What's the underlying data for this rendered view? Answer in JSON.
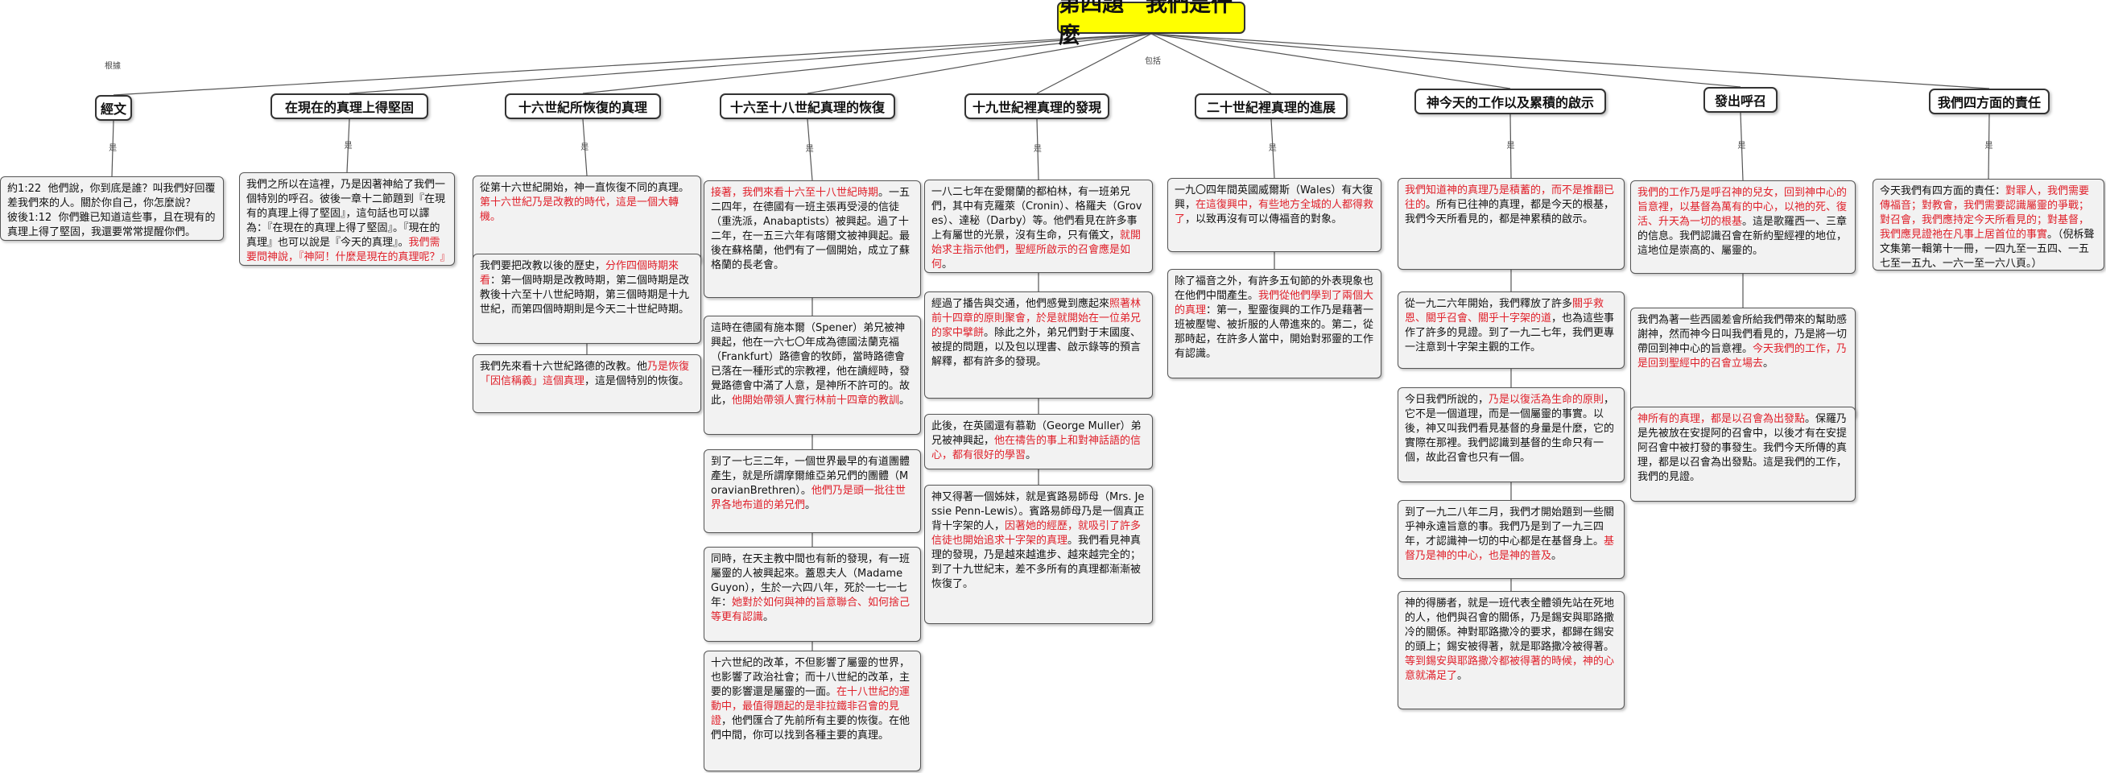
{
  "root": {
    "title": "第四題　我們是什麼"
  },
  "connectors": {
    "left": "根據",
    "top": "包括",
    "sub": "是"
  },
  "branches": [
    {
      "title": "經文",
      "notes": [
        [
          {
            "t": "約1:22  他們說，你到底是誰？叫我們好回覆差我們來的人。關於你自己，你怎麼說？\n彼後1:12  你們雖已知道這些事，且在現有的真理上得了堅固，我還要常常提醒你們。"
          }
        ]
      ]
    },
    {
      "title": "在現在的真理上得堅固",
      "notes": [
        [
          {
            "t": "我們之所以在這裡，乃是因著神給了我們一個特別的呼召。彼後一章十二節題到『在現有的真理上得了堅固』，這句話也可以譯為：『在現在的真理上得了堅固』。『現在的真理』也可以說是『今天的真理』。"
          },
          {
            "t": "我們需要問神說，『神阿！什麼是現在的真理呢？』",
            "r": true
          }
        ]
      ]
    },
    {
      "title": "十六世紀所恢復的真理",
      "notes": [
        [
          {
            "t": "從第十六世紀開始，神一直恢復不同的真理。"
          },
          {
            "t": "第十六世紀乃是改教的時代，這是一個大轉機。",
            "r": true
          }
        ],
        [
          {
            "t": "我們要把改教以後的歷史，"
          },
          {
            "t": "分作四個時期來看",
            "r": true
          },
          {
            "t": "：第一個時期是改教時期，第二個時期是改教後十六至十八世紀時期，第三個時期是十九世紀，而第四個時期則是今天二十世紀時期。"
          }
        ],
        [
          {
            "t": "我們先來看十六世紀路德的改教。他"
          },
          {
            "t": "乃是恢復「因信稱義」這個真理",
            "r": true
          },
          {
            "t": "，這是個特別的恢復。"
          }
        ]
      ]
    },
    {
      "title": "十六至十八世紀真理的恢復",
      "notes": [
        [
          {
            "t": "接著，我們來看十六至十八世紀時期",
            "r": true
          },
          {
            "t": "。一五二四年，在德國有一班主張再受浸的信徒（重洗派，Anabaptists）被興起。過了十二年，在一五三六年有喀爾文被神興起。最後在蘇格蘭，他們有了一個開始，成立了蘇格蘭的長老會。"
          }
        ],
        [
          {
            "t": "這時在德國有施本爾（Spener）弟兄被神興起，他在一六七〇年成為德國法蘭克福（Frankfurt）路德會的牧師，當時路德會已落在一種形式的宗教裡，他在讀經時，發覺路德會中滿了人意，是神所不許可的。故此，"
          },
          {
            "t": "他開始帶領人實行林前十四章的教訓",
            "r": true
          },
          {
            "t": "。"
          }
        ],
        [
          {
            "t": "到了一七三二年，一個世界最早的有道團體產生，就是所謂摩爾維亞弟兄們的團體（MoravianBrethren）。"
          },
          {
            "t": "他們乃是頭一批往世界各地布道的弟兄們",
            "r": true
          },
          {
            "t": "。"
          }
        ],
        [
          {
            "t": "同時，在天主教中間也有新的發現，有一班屬靈的人被興起來。蓋恩夫人（Madame Guyon），生於一六四八年，死於一七一七年："
          },
          {
            "t": "她對於如何與神的旨意聯合、如何捨己等更有認識",
            "r": true
          },
          {
            "t": "。"
          }
        ],
        [
          {
            "t": "十六世紀的改革，不但影響了屬靈的世界，也影響了政治社會；而十八世紀的改革，主要的影響還是屬靈的一面。"
          },
          {
            "t": "在十八世紀的運動中，最值得題起的是非拉鐵非召會的見證",
            "r": true
          },
          {
            "t": "，他們匯合了先前所有主要的恢復。在他們中間，你可以找到各種主要的真理。"
          }
        ]
      ]
    },
    {
      "title": "十九世紀裡真理的發現",
      "notes": [
        [
          {
            "t": "一八二七年在愛爾蘭的都柏林，有一班弟兄們，其中有克羅萊（Cronin）、格羅夫（Groves）、達秘（Darby）等。他們看見在許多事上有屬世的光景，沒有生命，只有儀文，"
          },
          {
            "t": "就開始求主指示他們，聖經所啟示的召會應是如何",
            "r": true
          },
          {
            "t": "。"
          }
        ],
        [
          {
            "t": "經過了播告與交通，他們感覺到應起來"
          },
          {
            "t": "照著林前十四章的原則聚會，於是就開始在一位弟兄的家中擘餅",
            "r": true
          },
          {
            "t": "。除此之外，弟兄們對于末國度、被提的問題，以及包以理書、啟示錄等的預言解釋，都有許多的發現。"
          }
        ],
        [
          {
            "t": "此後，在英國還有慕勒（George Muller）弟兄被神興起，"
          },
          {
            "t": "他在禱告的事上和對神話語的信心，都有很好的學習",
            "r": true
          },
          {
            "t": "。"
          }
        ],
        [
          {
            "t": "神又得著一個姊妹，就是賓路易師母（Mrs. Jessie Penn-Lewis）。賓路易師母乃是一個真正背十字架的人，"
          },
          {
            "t": "因著她的經歷，就吸引了許多信徒也開始追求十字架的真理",
            "r": true
          },
          {
            "t": "。我們看見神真理的發現，乃是越來越進步、越來越完全的；到了十九世紀末，差不多所有的真理都漸漸被恢復了。"
          }
        ]
      ]
    },
    {
      "title": "二十世紀裡真理的進展",
      "notes": [
        [
          {
            "t": "一九〇四年間英國威爾斯（Wales）有大復興，"
          },
          {
            "t": "在這復興中，有些地方全城的人都得救了",
            "r": true
          },
          {
            "t": "，以致再沒有可以傳福音的對象。"
          }
        ],
        [
          {
            "t": "除了福音之外，有許多五旬節的外表現象也在他們中間產生。"
          },
          {
            "t": "我們從他們學到了兩個大的真理",
            "r": true
          },
          {
            "t": "：第一，聖靈復興的工作乃是藉著一班被壓彎、被折服的人帶進來的。第二，從那時起，在許多人當中，開始對邪靈的工作有認識。"
          }
        ]
      ]
    },
    {
      "title": "神今天的工作以及累積的啟示",
      "notes": [
        [
          {
            "t": "我們知道神的真理乃是積蓄的，而不是推翻已往的",
            "r": true
          },
          {
            "t": "。所有已往神的真理，都是今天的根基，我們今天所看見的，都是神累積的啟示。"
          }
        ],
        [
          {
            "t": "從一九二六年開始，我們釋放了許多"
          },
          {
            "t": "關乎救恩、關乎召會、關乎十字架的道",
            "r": true
          },
          {
            "t": "，也為這些事作了許多的見證。到了一九二七年，我們更專一注意到十字架主觀的工作。"
          }
        ],
        [
          {
            "t": "今日我們所說的，"
          },
          {
            "t": "乃是以復活為生命的原則",
            "r": true
          },
          {
            "t": "，它不是一個道理，而是一個屬靈的事實。以後，神又叫我們看見基督的身量是什麼，它的實際在那裡。我們認識到基督的生命只有一個，故此召會也只有一個。"
          }
        ],
        [
          {
            "t": "到了一九二八年二月，我們才開始題到一些關乎神永遠旨意的事。我們乃是到了一九三四年，才認識神一切的中心都是在基督身上。"
          },
          {
            "t": "基督乃是神的中心，也是神的普及",
            "r": true
          },
          {
            "t": "。"
          }
        ],
        [
          {
            "t": "神的得勝者，就是一班代表全體領先站在死地的人，他們與召會的關係，乃是錫安與耶路撒冷的關係。神對耶路撒冷的要求，都歸在錫安的頭上；錫安被得著，就是耶路撒冷被得著。"
          },
          {
            "t": "等到錫安與耶路撒冷都被得著的時候，神的心意就滿足了",
            "r": true
          },
          {
            "t": "。"
          }
        ]
      ]
    },
    {
      "title": "發出呼召",
      "notes": [
        [
          {
            "t": "我們的工作乃是呼召神的兒女，回到神中心的旨意裡，以基督為萬有的中心，以祂的死、復活、升天為一切的根基",
            "r": true
          },
          {
            "t": "。這是歌羅西一、三章的信息。我們認識召會在新約聖經裡的地位，這地位是崇高的、屬靈的。"
          }
        ],
        [
          {
            "t": "我們為著一些西國差會所給我們帶來的幫助感謝神，然而神今日叫我們看見的，乃是將一切帶回到神中心的旨意裡。"
          },
          {
            "t": "今天我們的工作，乃是回到聖經中的召會立場去",
            "r": true
          },
          {
            "t": "。"
          }
        ],
        [
          {
            "t": "神所有的真理，都是以召會為出發點",
            "r": true
          },
          {
            "t": "。保羅乃是先被放在安提阿的召會中，以後才有在安提阿召會中被打發的事發生。我們今天所傳的真理，都是以召會為出發點。這是我們的工作，我們的見證。"
          }
        ]
      ]
    },
    {
      "title": "我們四方面的責任",
      "notes": [
        [
          {
            "t": "今天我們有四方面的責任："
          },
          {
            "t": "對罪人，我們需要傳福音；對教會，我們需要認識屬靈的爭戰；對召會，我們應持定今天所看見的；對基督，我們應見證祂在凡事上居首位的事實",
            "r": true
          },
          {
            "t": "。（倪柝聲文集第一輯第十一冊，一四九至一五四、一五七至一五九、一六一至一六八頁。）"
          }
        ]
      ]
    }
  ]
}
